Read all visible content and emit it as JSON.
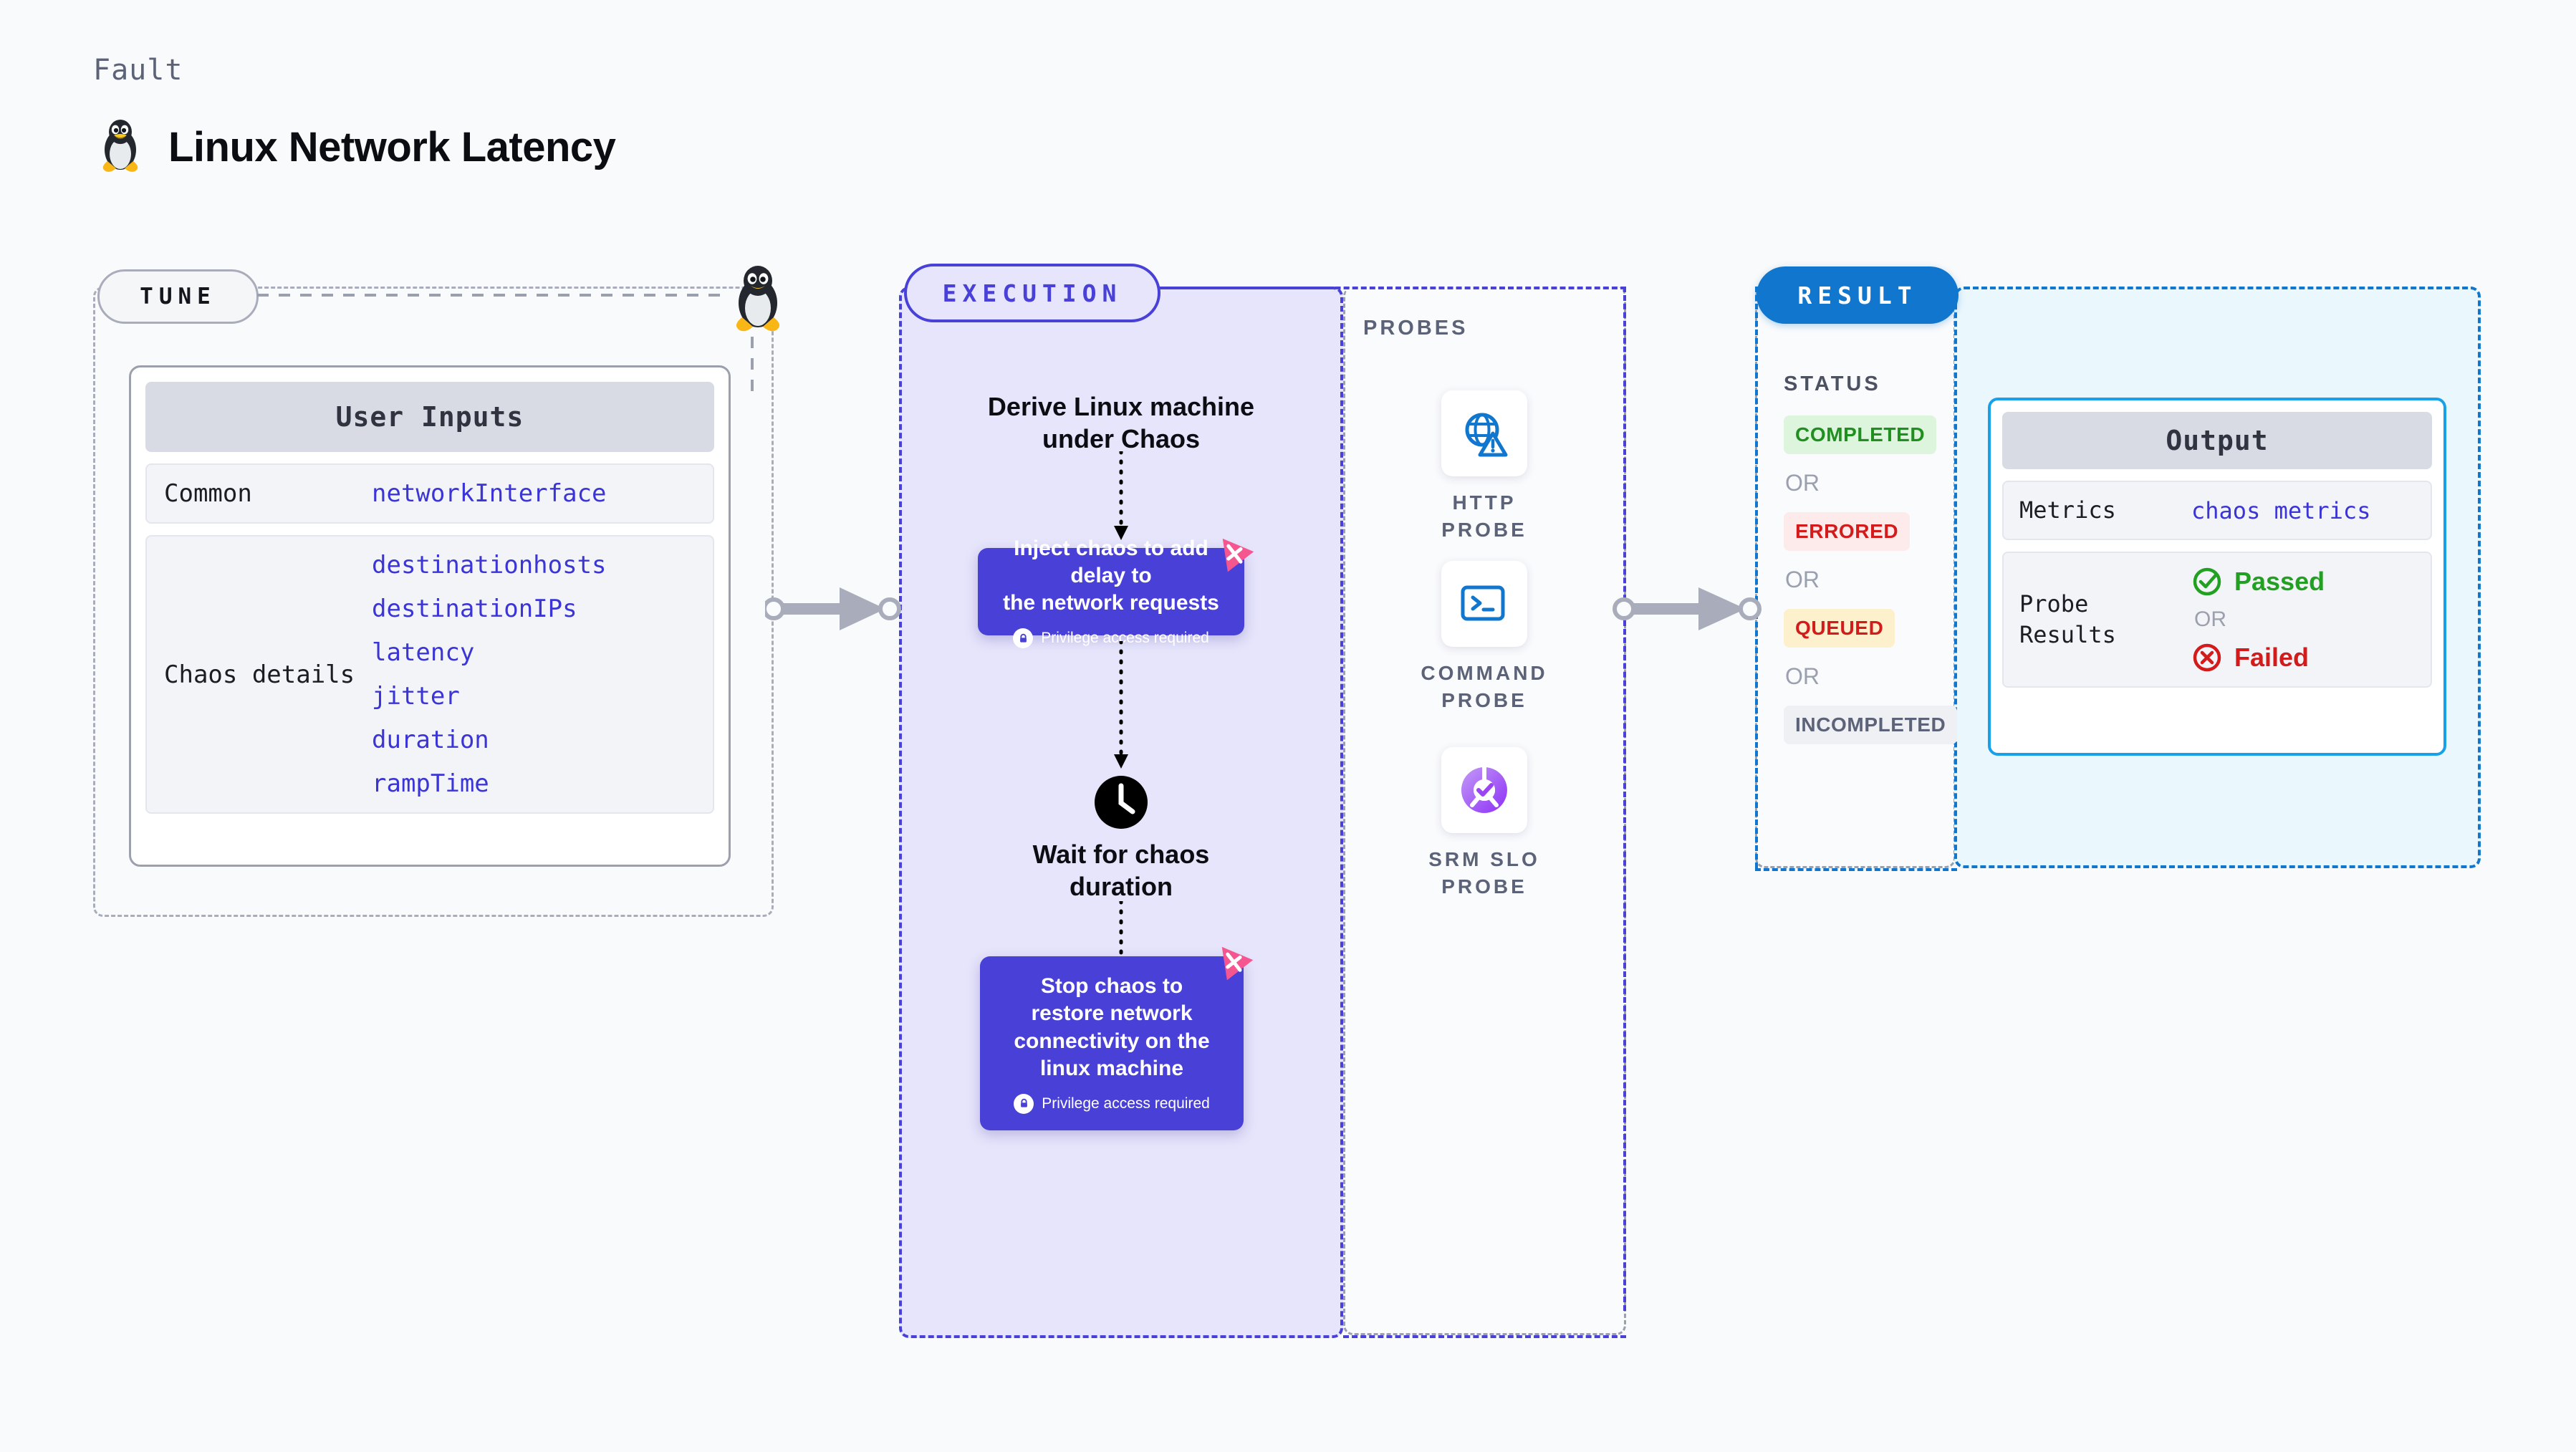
{
  "header": {
    "eyebrow": "Fault",
    "title": "Linux Network Latency",
    "icon": "linux-penguin-icon"
  },
  "tune": {
    "badge": "TUNE",
    "card_title": "User Inputs",
    "rows": [
      {
        "key": "Common",
        "values": [
          "networkInterface"
        ]
      },
      {
        "key": "Chaos details",
        "values": [
          "destinationhosts",
          "destinationIPs",
          "latency",
          "jitter",
          "duration",
          "rampTime"
        ]
      }
    ]
  },
  "execution": {
    "badge": "EXECUTION",
    "steps": [
      {
        "type": "text",
        "label": "Derive Linux machine\nunder Chaos"
      },
      {
        "type": "chaos",
        "label": "Inject chaos to add delay to\nthe network requests",
        "note": "Privilege access required"
      },
      {
        "type": "wait",
        "label": "Wait for chaos\nduration",
        "icon": "clock-icon"
      },
      {
        "type": "chaos",
        "label": "Stop chaos to\nrestore network\nconnectivity on the\nlinux machine",
        "note": "Privilege access required"
      }
    ]
  },
  "probes": {
    "label": "PROBES",
    "items": [
      {
        "name": "HTTP  PROBE",
        "icon": "globe-warning-icon"
      },
      {
        "name": "COMMAND\nPROBE",
        "icon": "terminal-icon"
      },
      {
        "name": "SRM  SLO\nPROBE",
        "icon": "slo-donut-check-icon"
      }
    ]
  },
  "result": {
    "badge": "RESULT",
    "status_label": "STATUS",
    "or_label": "OR",
    "statuses": [
      {
        "label": "COMPLETED",
        "bg": "#ddf4dd",
        "color": "#1f8f1f"
      },
      {
        "label": "ERRORED",
        "bg": "#fdeaea",
        "color": "#d31b1b"
      },
      {
        "label": "QUEUED",
        "bg": "#fdf0cd",
        "color": "#d31b1b"
      },
      {
        "label": "INCOMPLETED",
        "bg": "#eff0f4",
        "color": "#5c6378"
      }
    ],
    "output": {
      "title": "Output",
      "metrics_key": "Metrics",
      "metrics_value": "chaos metrics",
      "probe_key": "Probe\nResults",
      "passed": "Passed",
      "failed": "Failed",
      "or_label": "OR"
    }
  },
  "colors": {
    "purple": "#4940d8",
    "purple_fill": "#e6e5fb",
    "blue": "#1076ce",
    "blue_fill": "#eaf8fd",
    "gray_dash": "#9aa0ae",
    "pink": "#f5568f",
    "green": "#22a021",
    "red": "#d31b1b",
    "token_blue": "#3b35d6"
  }
}
